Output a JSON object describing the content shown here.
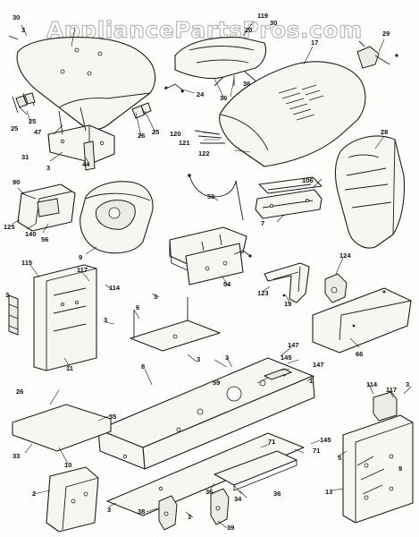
{
  "watermark": "AppliancePartsPros.com",
  "callouts": [
    "30",
    "3",
    "119",
    "30",
    "20",
    "29",
    "24",
    "36",
    "36",
    "17",
    "25",
    "25",
    "47",
    "26",
    "25",
    "120",
    "121",
    "122",
    "31",
    "3",
    "44",
    "28",
    "90",
    "106",
    "125",
    "140",
    "56",
    "9",
    "50",
    "7",
    "115",
    "117",
    "114",
    "3",
    "54",
    "123",
    "19",
    "124",
    "3",
    "6",
    "3",
    "66",
    "3",
    "11",
    "147",
    "145",
    "147",
    "59",
    "3",
    "1",
    "26",
    "8",
    "114",
    "117",
    "3",
    "35",
    "33",
    "10",
    "2",
    "71",
    "71",
    "145",
    "5",
    "9",
    "3",
    "36",
    "36",
    "34",
    "13",
    "38",
    "3",
    "39"
  ]
}
